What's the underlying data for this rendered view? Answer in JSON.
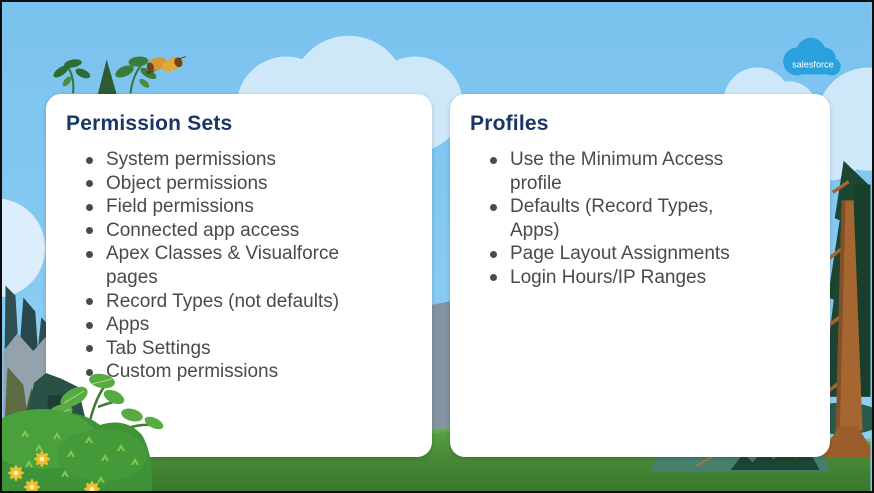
{
  "branding": {
    "salesforce_logo_label": "salesforce"
  },
  "cards": {
    "permission_sets": {
      "title": "Permission Sets",
      "items": [
        "System permissions",
        "Object permissions",
        "Field permissions",
        "Connected app access",
        "Apex Classes & Visualforce\npages",
        "Record Types (not defaults)",
        "Apps",
        "Tab Settings",
        "Custom permissions"
      ]
    },
    "profiles": {
      "title": "Profiles",
      "items": [
        "Use the Minimum Access\nprofile",
        "Defaults (Record Types,\nApps)",
        "Page Layout Assignments",
        "Login Hours/IP Ranges"
      ]
    }
  },
  "colors": {
    "title-navy": "#1a3667",
    "body-gray": "#4a4a4a",
    "salesforce-blue": "#2aa1dd",
    "card-bg": "#ffffff",
    "sky-blue": "#7ec5ef",
    "grass-green": "#478a37",
    "cloud-blue": "#cfe8f9"
  }
}
